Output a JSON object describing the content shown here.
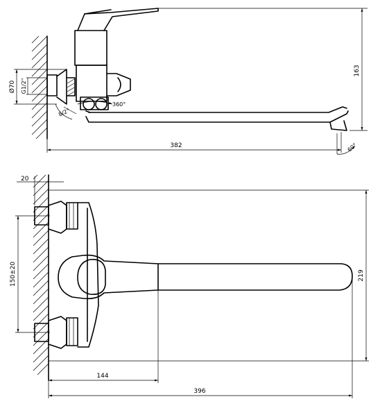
{
  "top_view": {
    "dims": {
      "height_163": "163",
      "length_382": "382",
      "diam_70": "Ø70",
      "thread_half": "G1/2\"",
      "rotation_360": "360°",
      "adjust_angle": "8/2°",
      "angle_60": "60°"
    }
  },
  "front_view": {
    "dims": {
      "wall_offset_20": "20",
      "spacing_150": "150±20",
      "height_219": "219",
      "handle_144": "144",
      "length_396": "396"
    }
  }
}
